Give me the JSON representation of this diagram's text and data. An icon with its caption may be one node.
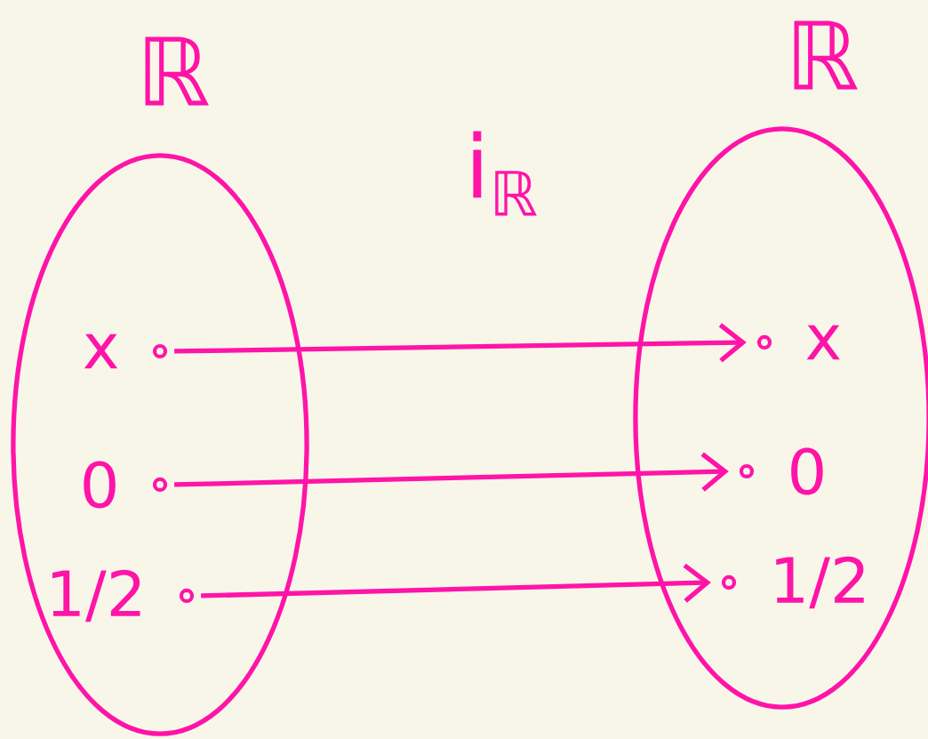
{
  "diagram": {
    "nodes": [
      {
        "text": [
          "ℝ"
        ]
      },
      {
        "text": [],
        "shape": "circle",
        "in": 0,
        "beside": [
          "x"
        ]
      },
      {
        "text": [],
        "shape": "circle",
        "in": 0,
        "beside": [
          "0"
        ]
      },
      {
        "text": [],
        "shape": "circle",
        "in": 0,
        "beside": [
          "1/2"
        ]
      },
      {
        "text": [
          "ℝ"
        ]
      },
      {
        "text": [],
        "shape": "circle",
        "in": 4,
        "beside": [
          "x"
        ]
      },
      {
        "text": [],
        "shape": "circle",
        "in": 4,
        "beside": [
          "0"
        ]
      },
      {
        "text": [],
        "shape": "circle",
        "in": 4,
        "beside": [
          "1/2"
        ]
      }
    ],
    "edges": [
      {
        "from": 1,
        "to": 5,
        "arrow": "to"
      },
      {
        "from": 2,
        "to": 6,
        "arrow": "to"
      },
      {
        "from": 3,
        "to": 7,
        "arrow": "to"
      }
    ],
    "labels": [
      "i$_{ℝ}$"
    ]
  }
}
